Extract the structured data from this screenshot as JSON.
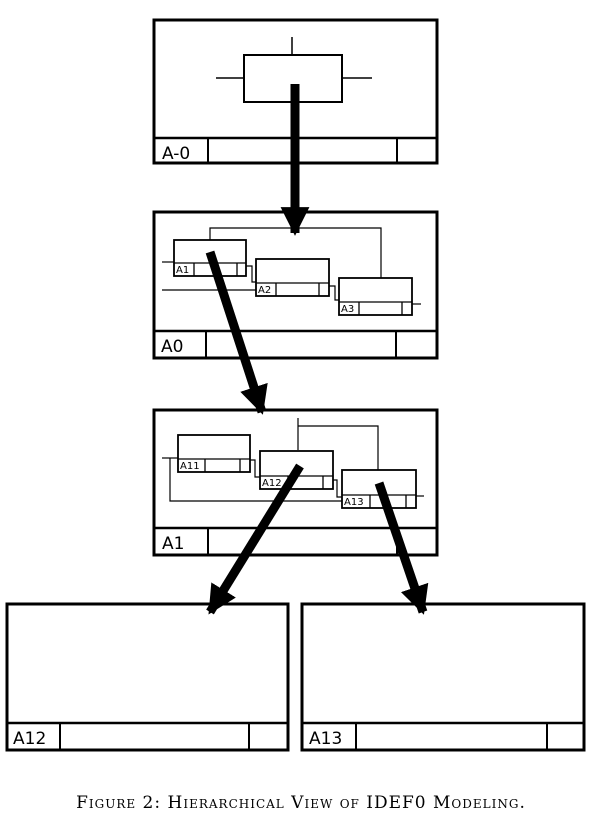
{
  "frames": {
    "a_minus_0": {
      "label": "A-0"
    },
    "a0": {
      "label": "A0",
      "boxes": [
        "A1",
        "A2",
        "A3"
      ]
    },
    "a1": {
      "label": "A1",
      "boxes": [
        "A11",
        "A12",
        "A13"
      ]
    },
    "a12": {
      "label": "A12"
    },
    "a13": {
      "label": "A13"
    }
  },
  "caption": "Figure 2:  Hierarchical View of IDEF0 Modeling."
}
